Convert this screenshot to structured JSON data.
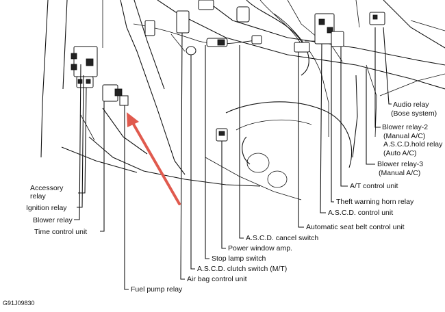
{
  "labels": {
    "audio_relay_1": "Audio relay",
    "audio_relay_2": "(Bose system)",
    "blower_relay2_1": "Blower relay-2",
    "blower_relay2_2": "(Manual A/C)",
    "ascd_hold_1": "A.S.C.D.hold relay",
    "ascd_hold_2": "(Auto A/C)",
    "blower_relay3_1": "Blower relay-3",
    "blower_relay3_2": "(Manual A/C)",
    "at_control": "A/T control unit",
    "theft_horn": "Theft warning horn relay",
    "ascd_control": "A.S.C.D. control unit",
    "auto_seatbelt": "Automatic seat belt control unit",
    "ascd_cancel": "A.S.C.D. cancel switch",
    "power_window": "Power window amp.",
    "stop_lamp": "Stop lamp switch",
    "ascd_clutch": "A.S.C.D. clutch switch (M/T)",
    "airbag": "Air bag control unit",
    "fuel_pump": "Fuel pump relay",
    "accessory_1": "Accessory",
    "accessory_2": "relay",
    "ignition": "Ignition relay",
    "blower_relay": "Blower relay",
    "time_control": "Time control unit"
  },
  "reference_code": "G91J09830",
  "colors": {
    "arrow": "#e05a4e",
    "ink": "#111111"
  }
}
